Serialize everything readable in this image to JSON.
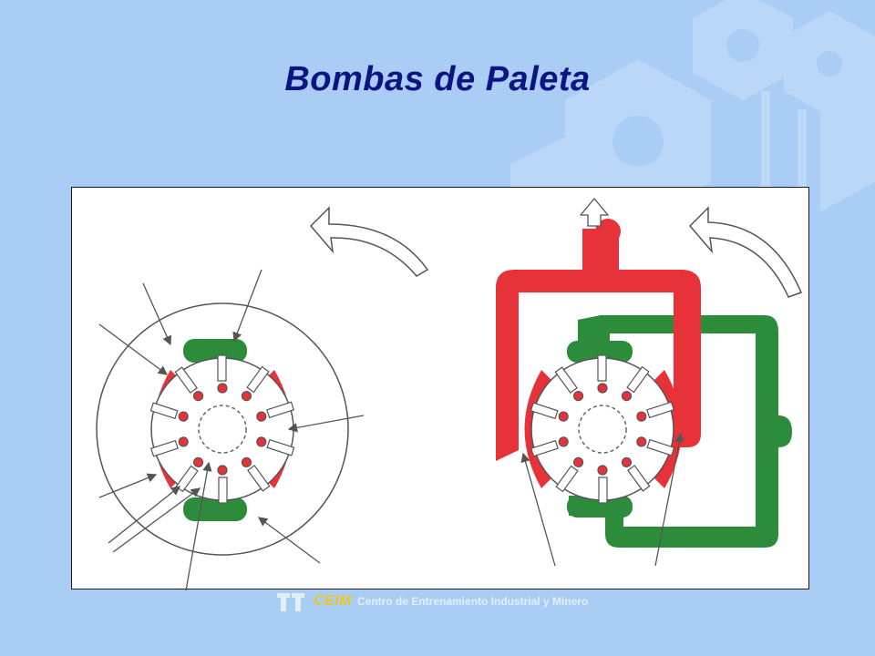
{
  "title": "Bombas de Paleta",
  "footer": {
    "brand": "CEIM",
    "text": "Centro de Entrenamiento Industrial y Minero"
  },
  "colors": {
    "background": "#a9cdf5",
    "title": "#0c1582",
    "pressure": "#e8323a",
    "suction": "#2d8c3c",
    "brand": "#f0c419"
  },
  "icons": [
    "rotation-arrow-icon",
    "outlet-arrow-icon",
    "hexagon-decoration"
  ]
}
